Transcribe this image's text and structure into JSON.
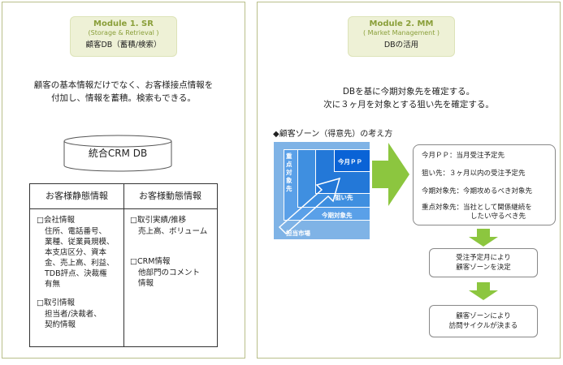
{
  "module1": {
    "title": "Module 1. SR",
    "subtitle": "(Storage & Retrieval )",
    "name": "顧客DB（蓄積/検索）",
    "desc": [
      "顧客の基本情報だけでなく、お客様接点情報を",
      "付加し、情報を蓄積。検索もできる。"
    ],
    "db_label": "統合CRM DB",
    "table": {
      "col1_head": "お客様静態情報",
      "col1_sec1_head": "□会社情報",
      "col1_sec1_lines": [
        "住所、電話番号、",
        "業種、従業員規模、",
        "本支店区分、資本",
        "金、売上高、利益、",
        "TDB評点、決裁権",
        "有無"
      ],
      "col1_sec2_head": "□取引情報",
      "col1_sec2_lines": [
        "担当者/決裁者、",
        "契約情報"
      ],
      "col2_head": "お客様動態情報",
      "col2_sec1_head": "□取引実績/推移",
      "col2_sec1_lines": [
        "売上高、ボリューム"
      ],
      "col2_sec2_head": "□CRM情報",
      "col2_sec2_lines": [
        "他部門のコメント",
        "情報"
      ]
    }
  },
  "module2": {
    "title": "Module 2. MM",
    "subtitle": "( Market Management )",
    "name": "DBの活用",
    "desc": [
      "DBを基に今期対象先を確定する。",
      "次に３ヶ月を対象とする狙い先を確定する。"
    ],
    "zone_title": "◆顧客ゾーン（得意先）の考え方",
    "zones": {
      "market": "担当市場",
      "key": "重点対象先",
      "this_term": "今期対象先",
      "target": "狙い先",
      "this_month": "今月ＰＰ"
    },
    "definitions": [
      "今月ＰＰ：当月受注予定先",
      "狙い先：３ヶ月以内の受注予定先",
      "今期対象先：今期攻めるべき対象先",
      "重点対象先：当社として関係継続を",
      "したい守るべき先"
    ],
    "step1": [
      "受注予定月により",
      "顧客ゾーンを決定"
    ],
    "step2": [
      "顧客ゾーンにより",
      "訪問サイクルが決まる"
    ]
  },
  "colors": {
    "module_bg": "#eef1d6",
    "module_text": "#8a9f3a",
    "green_arrow": "#8cc63f",
    "zone_outer": "#7fb3e6",
    "zone_mid": "#3f8fe0",
    "zone_inner": "#0a63d6"
  }
}
